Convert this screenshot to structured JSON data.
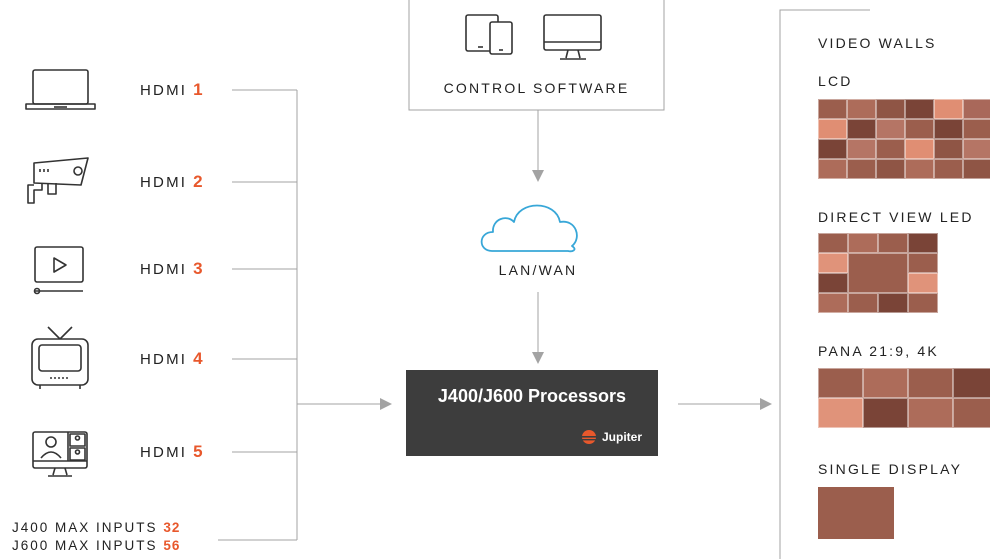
{
  "inputs": [
    {
      "label": "HDMI",
      "num": "1",
      "icon": "laptop-icon"
    },
    {
      "label": "HDMI",
      "num": "2",
      "icon": "security-camera-icon"
    },
    {
      "label": "HDMI",
      "num": "3",
      "icon": "video-player-icon"
    },
    {
      "label": "HDMI",
      "num": "4",
      "icon": "television-icon"
    },
    {
      "label": "HDMI",
      "num": "5",
      "icon": "video-conference-icon"
    }
  ],
  "max_inputs": [
    {
      "label": "J400 MAX INPUTS",
      "value": "32"
    },
    {
      "label": "J600 MAX INPUTS",
      "value": "56"
    }
  ],
  "control": {
    "label": "CONTROL SOFTWARE"
  },
  "network": {
    "label": "LAN/WAN"
  },
  "processor": {
    "title": "J400/J600 Processors",
    "brand": "Jupiter"
  },
  "walls": {
    "heading": "VIDEO WALLS",
    "lcd": "LCD",
    "led": "DIRECT VIEW LED",
    "pana": "PANA 21:9, 4K",
    "single": "SINGLE DISPLAY"
  },
  "colors": {
    "accent": "#e8582c",
    "processor_bg": "#3d3d3d",
    "cloud": "#38a7d8",
    "line": "#9a9a9a"
  }
}
